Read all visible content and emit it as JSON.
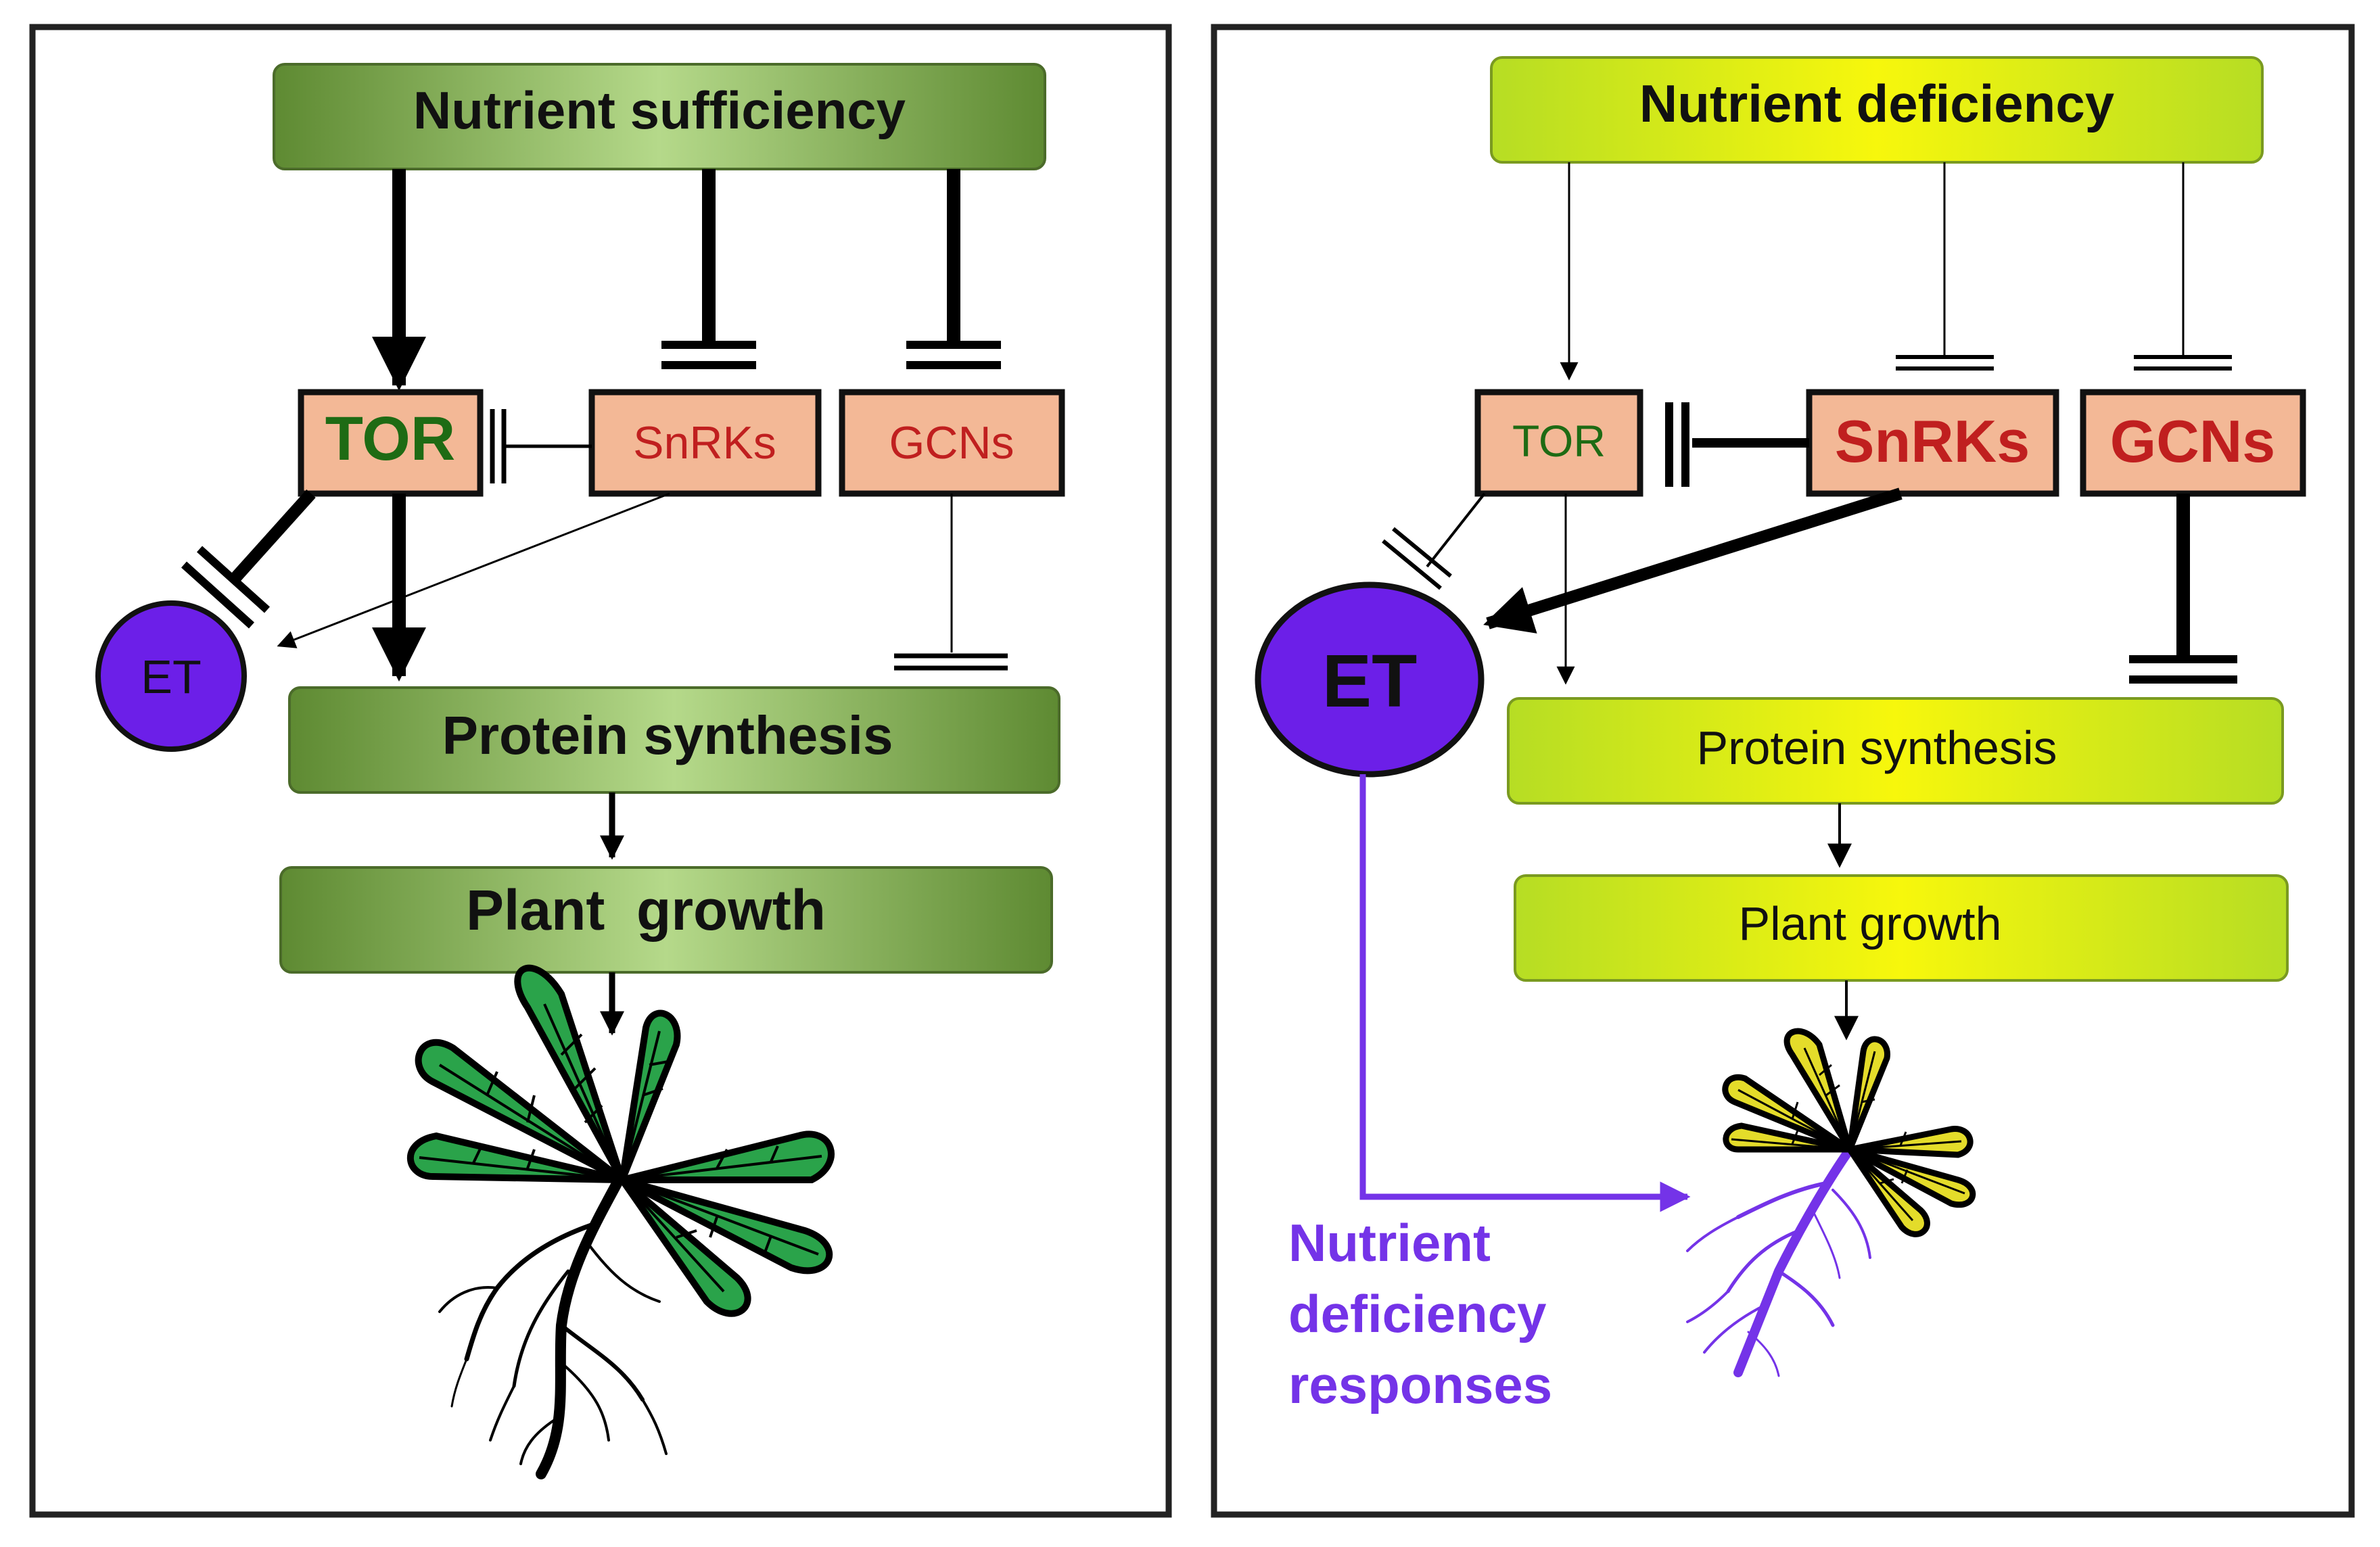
{
  "left_panel": {
    "header": "Nutrient sufficiency",
    "tor": "TOR",
    "snrks": "SnRKs",
    "gcns": "GCNs",
    "et": "ET",
    "protein_synthesis": "Protein synthesis",
    "plant_growth": "Plant  growth"
  },
  "right_panel": {
    "header": "Nutrient deficiency",
    "tor": "TOR",
    "snrks": "SnRKs",
    "gcns": "GCNs",
    "et": "ET",
    "protein_synthesis": "Protein synthesis",
    "plant_growth": "Plant growth",
    "responses_line1": "Nutrient",
    "responses_line2": "deficiency",
    "responses_line3": "responses"
  },
  "colors": {
    "dark_green": "#5e8a32",
    "light_green": "#a8cf7c",
    "yellow": "#f4f40e",
    "yellow_green": "#b6dd24",
    "salmon": "#f3b896",
    "red_text": "#c01f1f",
    "green_text": "#1e6b14",
    "et_purple": "#6c1fe8",
    "response_purple": "#7433e8",
    "leaf_green": "#2aa34a",
    "leaf_yellow": "#e4dc2a"
  }
}
